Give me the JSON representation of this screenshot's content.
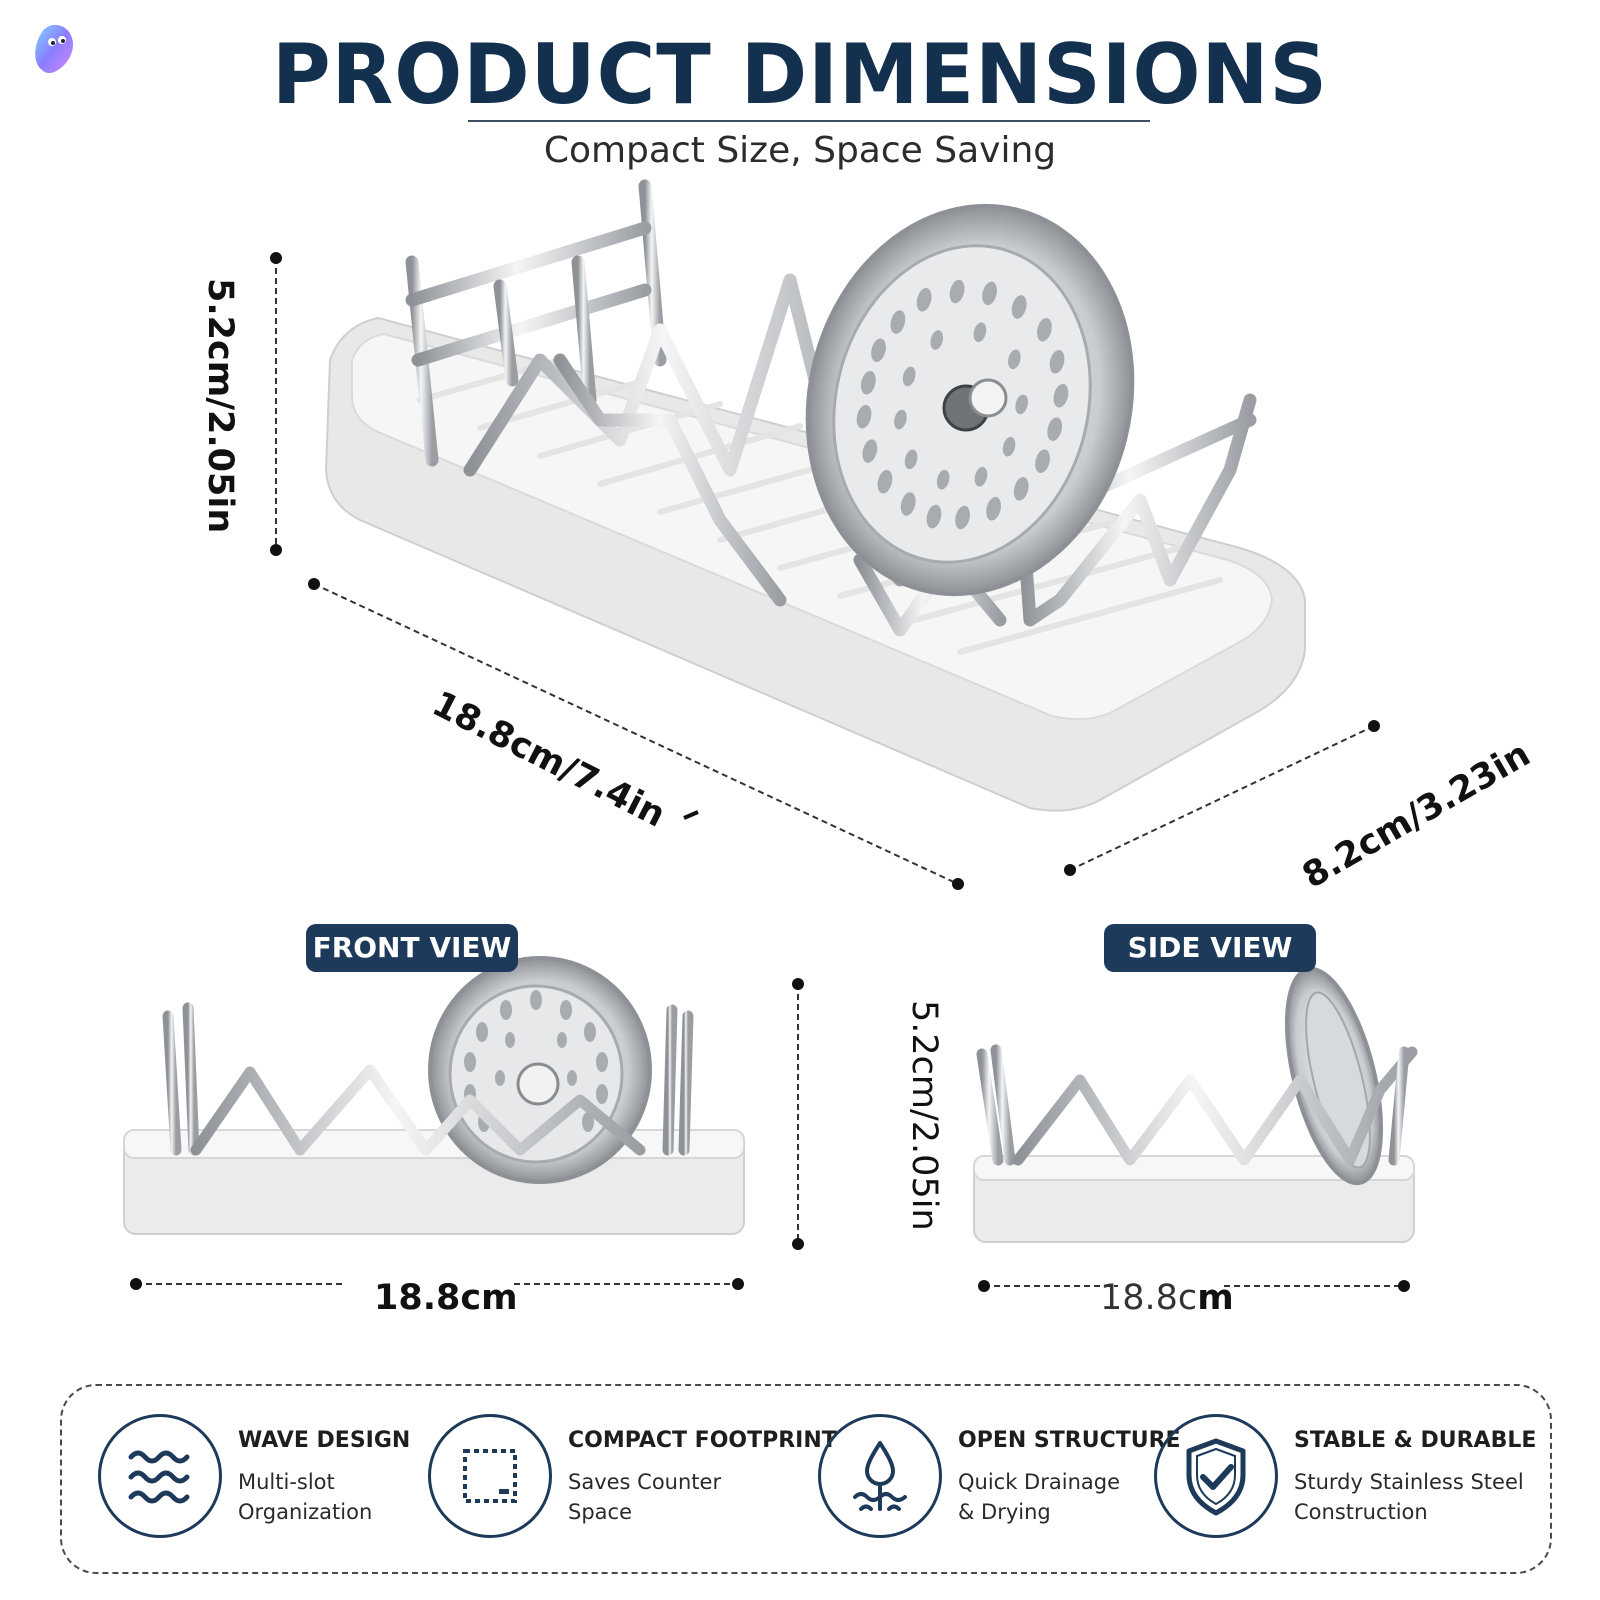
{
  "header": {
    "title": "PRODUCT DIMENSIONS",
    "subtitle": "Compact Size, Space Saving"
  },
  "main_view": {
    "height_label": "5.2cm/2.05in",
    "length_label": "18.8cm/7.4in",
    "width_label": "8.2cm/3.23in"
  },
  "front_view": {
    "badge": "FRONT VIEW",
    "width_label": "18.8cm",
    "height_label": "5.2cm/2.05in"
  },
  "side_view": {
    "badge": "SIDE VIEW",
    "width_label_a": "18.8c",
    "width_label_b": "m"
  },
  "features": [
    {
      "icon": "wave-icon",
      "title": "WAVE DESIGN",
      "line1": "Multi-slot",
      "line2": "Organization"
    },
    {
      "icon": "footprint-icon",
      "title": "COMPACT FOOTPRINT",
      "line1": "Saves Counter",
      "line2": "Space"
    },
    {
      "icon": "water-drop-icon",
      "title": "OPEN STRUCTURE",
      "line1": "Quick Drainage",
      "line2": "& Drying"
    },
    {
      "icon": "shield-check-icon",
      "title": "STABLE & DURABLE",
      "line1": "Sturdy Stainless Steel",
      "line2": "Construction"
    }
  ],
  "colors": {
    "navy": "#1d3a5a",
    "title": "#14304f",
    "tray": "#eeeeee",
    "steel": "#b9bcc0"
  }
}
